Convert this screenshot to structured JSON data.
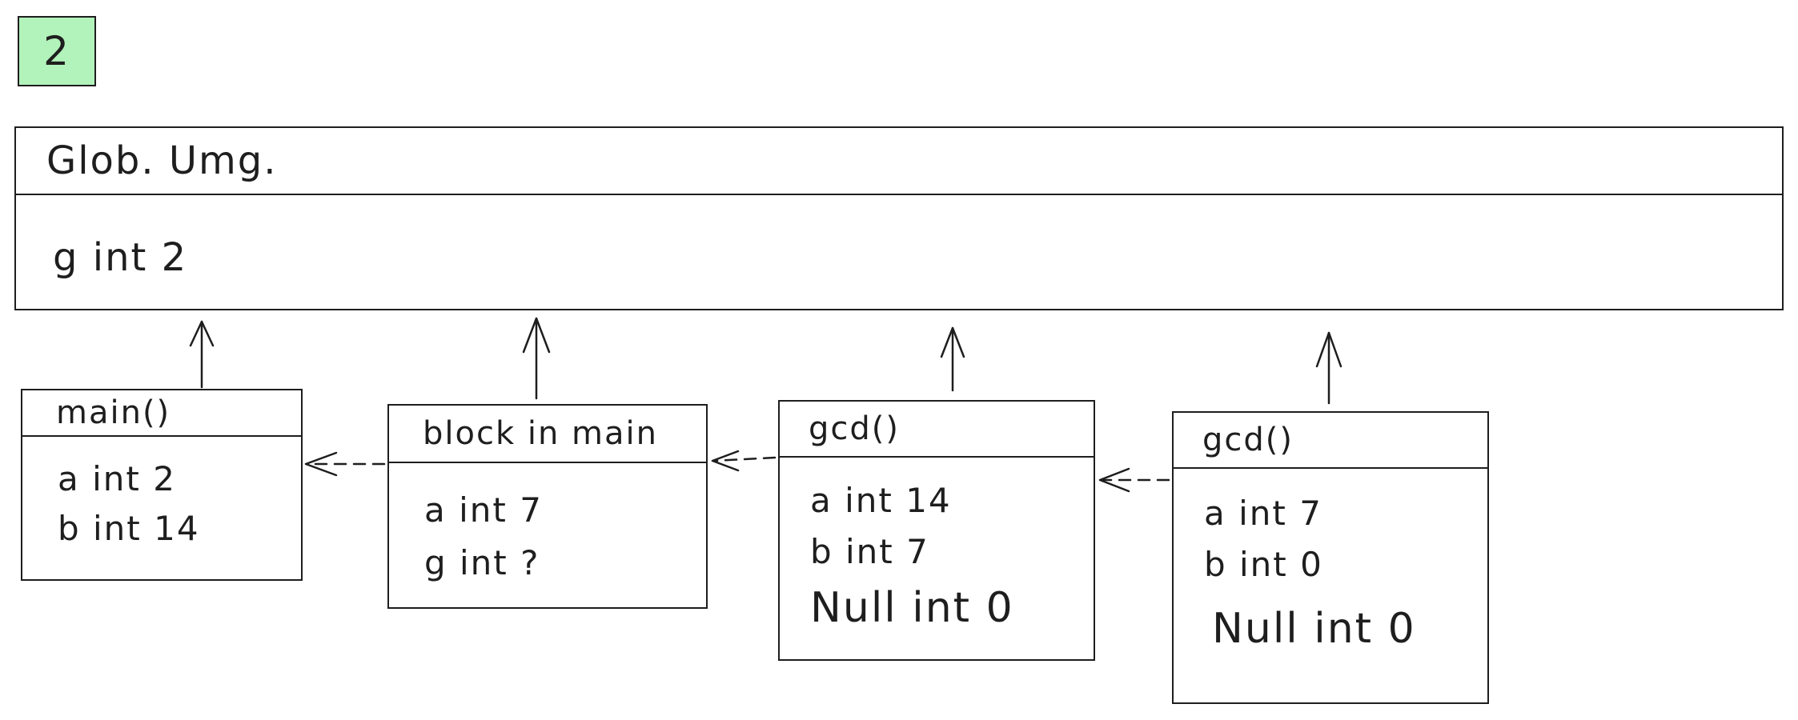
{
  "badge": {
    "label": "2",
    "fill": "#b2f2bb"
  },
  "global_env": {
    "title": "Glob. Umg.",
    "vars": [
      "g int 2"
    ]
  },
  "frames": [
    {
      "title": "main()",
      "vars": [
        "a int 2",
        "b int 14"
      ]
    },
    {
      "title": "block in main",
      "vars": [
        "a int 7",
        "g int ?"
      ]
    },
    {
      "title": "gcd()",
      "vars": [
        "a int 14",
        "b int 7",
        "Null int 0"
      ]
    },
    {
      "title": "gcd()",
      "vars": [
        "a int 7",
        "b int 0",
        "Null int 0"
      ]
    }
  ],
  "colors": {
    "stroke": "#1e1e1e",
    "background": "#ffffff"
  }
}
